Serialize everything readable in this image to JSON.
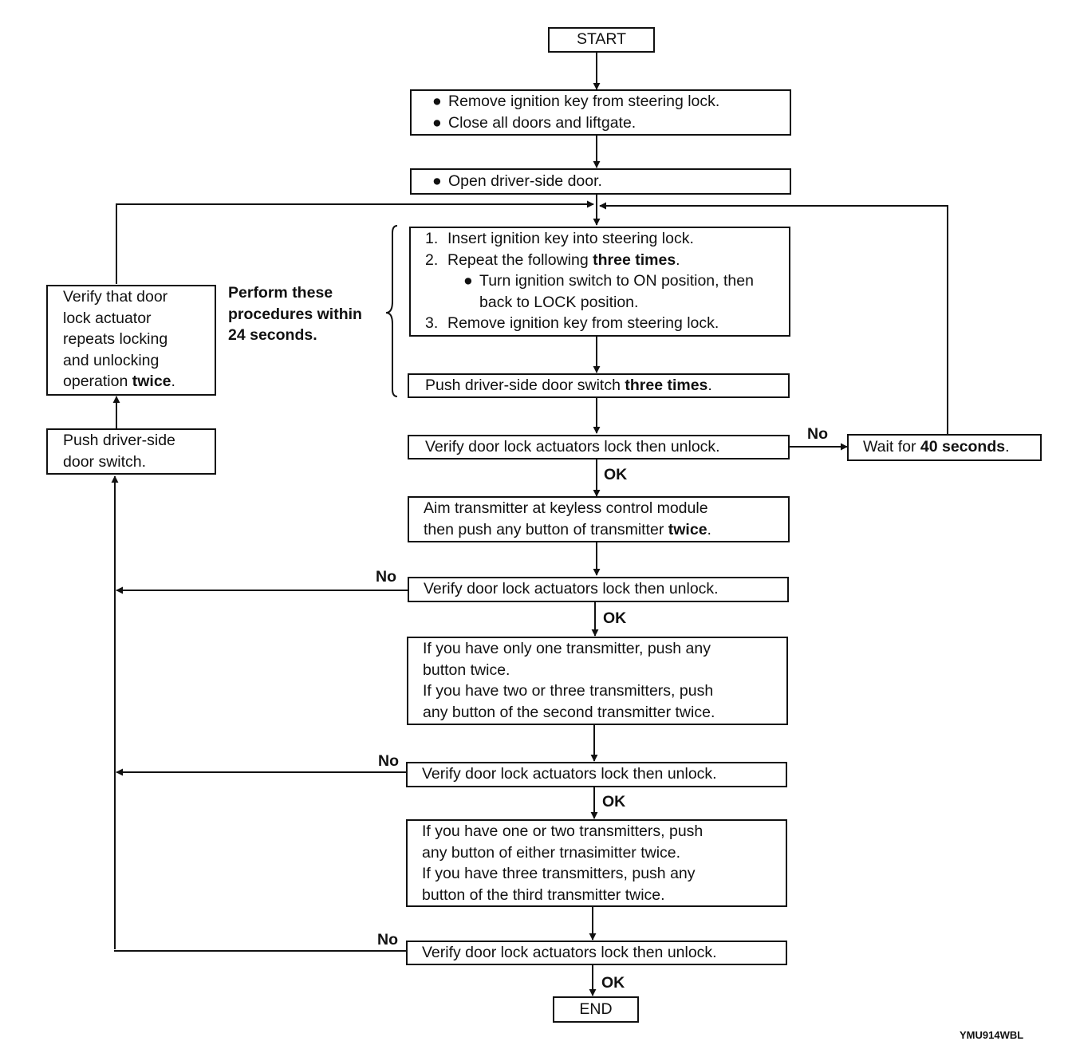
{
  "diagram": {
    "start": "START",
    "end": "END",
    "step1": {
      "bullet": "●",
      "line1": "Remove ignition key from steering lock.",
      "line2": "Close all doors and liftgate."
    },
    "step2": {
      "bullet": "●",
      "line1": "Open driver-side door."
    },
    "step3": {
      "n1": "1.",
      "line1": "Insert ignition key into steering lock.",
      "n2": "2.",
      "line2_pre": "Repeat the following ",
      "line2_bold": "three times",
      "line2_post": ".",
      "bullet": "●",
      "line3": "Turn ignition switch to ON position, then",
      "line4": "back to LOCK position.",
      "n3": "3.",
      "line5": "Remove ignition key from steering lock."
    },
    "step4": {
      "pre": "Push driver-side door switch ",
      "bold": "three times",
      "post": "."
    },
    "time_note": {
      "line1": "Perform these",
      "line2": "procedures within",
      "line3": "24 seconds."
    },
    "verify_label": "Verify door lock actuators lock then unlock.",
    "wait": {
      "pre": "Wait for ",
      "bold": "40 seconds",
      "post": "."
    },
    "step5": {
      "line1": "Aim transmitter at keyless control module",
      "line2_pre": "then push any button of transmitter ",
      "line2_bold": "twice",
      "line2_post": "."
    },
    "step6": {
      "line1": "If you have only one transmitter, push any",
      "line2": "button twice.",
      "line3": "If you have two or three transmitters, push",
      "line4": "any button of the second transmitter twice."
    },
    "step7": {
      "line1": "If you have one or two transmitters, push",
      "line2": "any button of either trnasimitter twice.",
      "line3": "If you have three transmitters, push any",
      "line4": "button of the third transmitter twice."
    },
    "left_push": {
      "line1": "Push driver-side",
      "line2": "door switch."
    },
    "left_verify": {
      "line1": "Verify that door",
      "line2": "lock actuator",
      "line3": "repeats locking",
      "line4": "and unlocking",
      "line5_pre": "operation ",
      "line5_bold": "twice",
      "line5_post": "."
    },
    "label_no": "No",
    "label_ok": "OK",
    "code": "YMU914WBL"
  }
}
